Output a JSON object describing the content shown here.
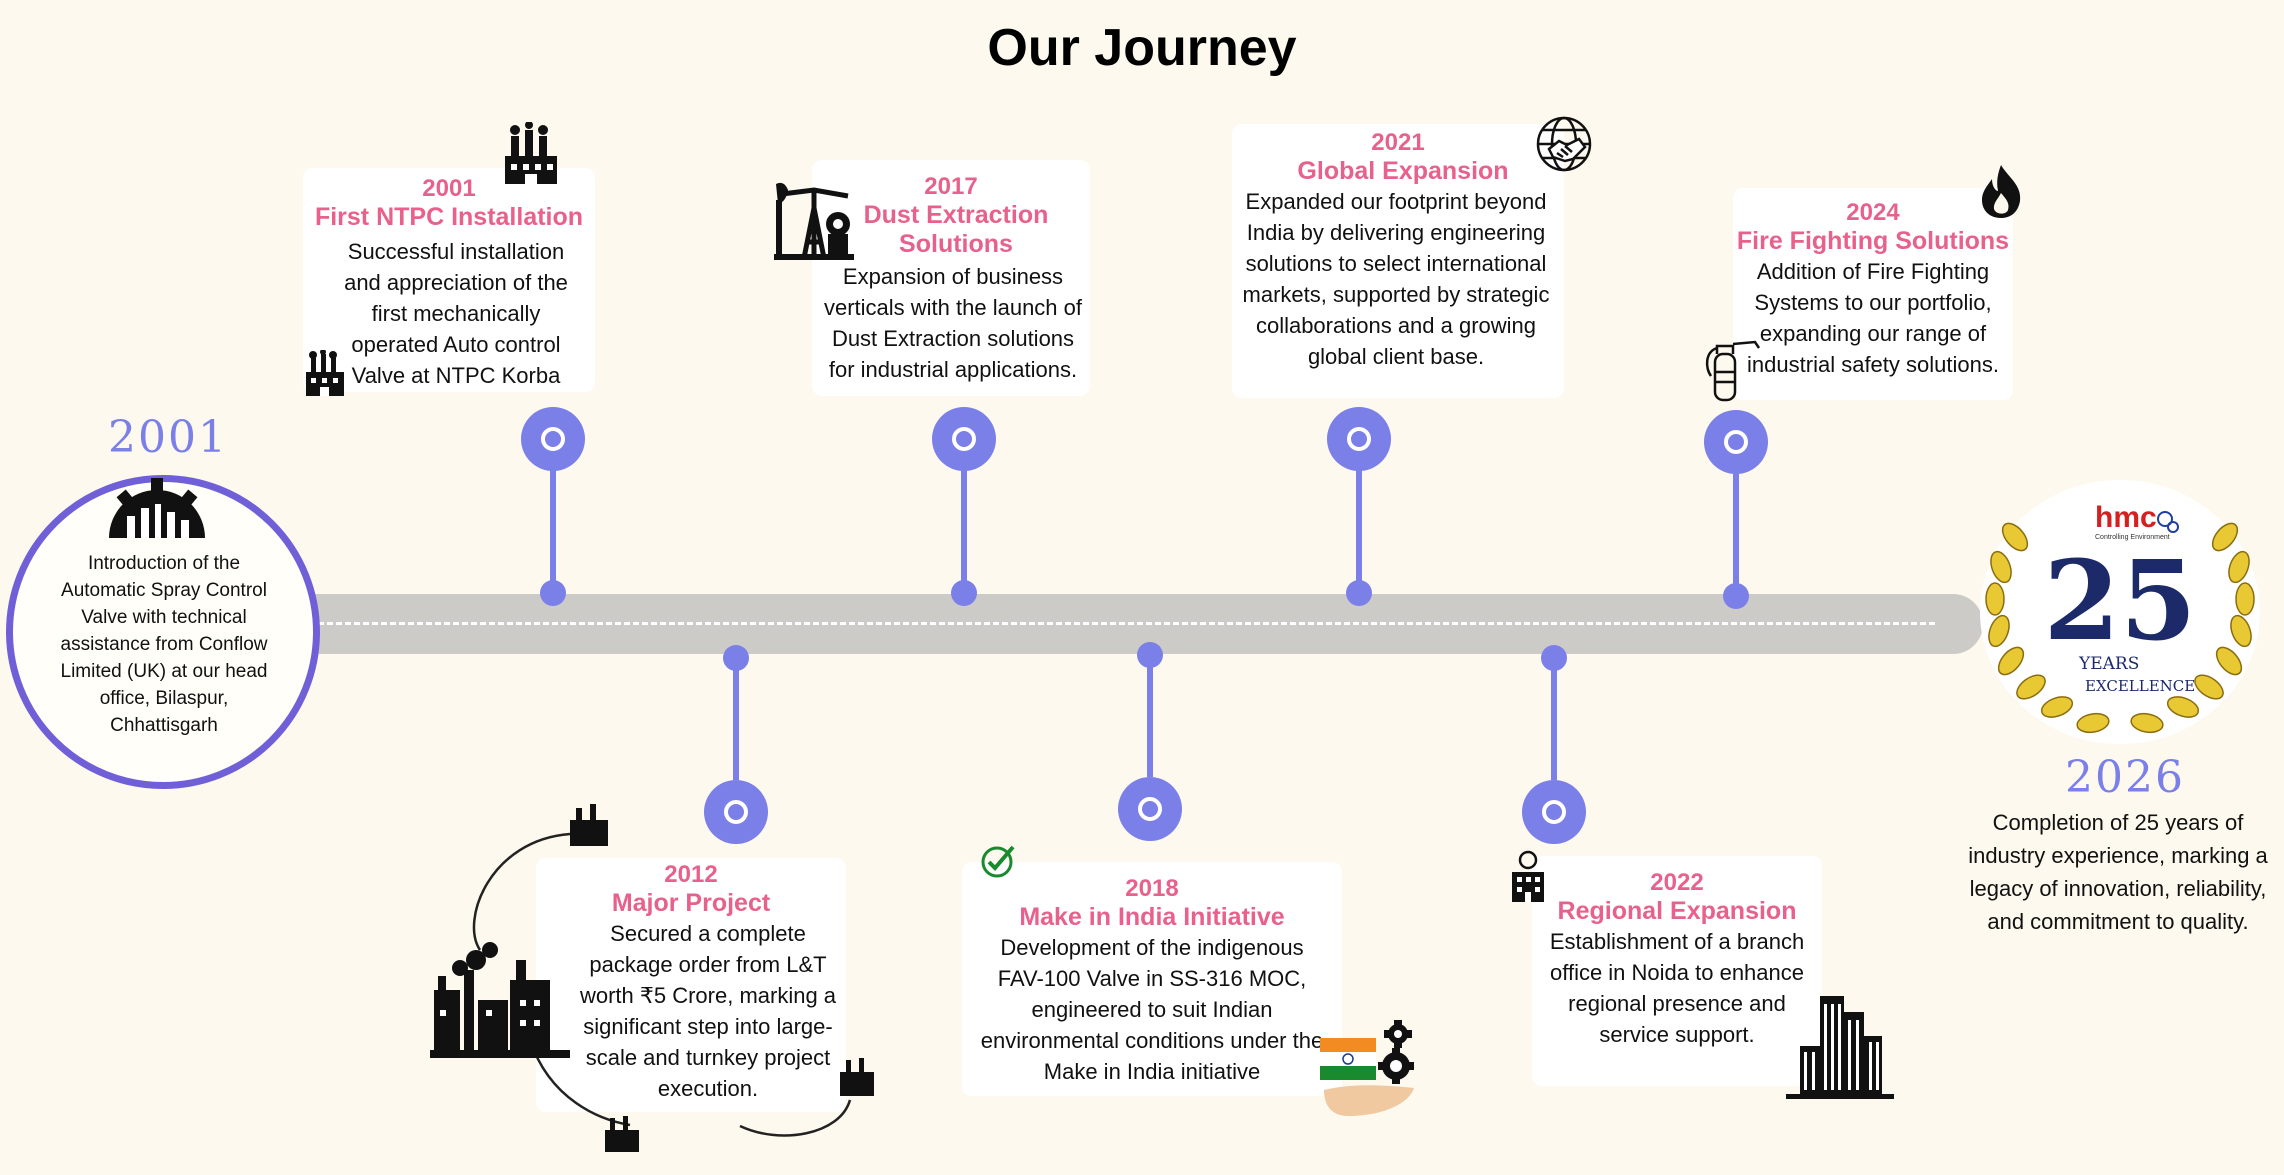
{
  "title": "Our Journey",
  "start": {
    "year": "2001",
    "text": "Introduction of the Automatic Spray Control Valve with technical assistance from Conflow Limited (UK) at our head office, Bilaspur, Chhattisgarh"
  },
  "end": {
    "year": "2026",
    "text": "Completion of 25 years of industry experience, marking a legacy of innovation, reliability, and commitment to quality.",
    "badge": {
      "brand": "hmc",
      "tagline": "Controlling Environment",
      "number": "25",
      "years": "YEARS",
      "excellence": "EXCELLENCE"
    }
  },
  "milestones": [
    {
      "year": "2001",
      "heading": "First NTPC Installation",
      "text": "Successful installation and appreciation of the first mechanically operated Auto control Valve at NTPC Korba",
      "icon": "factory-icon"
    },
    {
      "year": "2017",
      "heading": "Dust Extraction Solutions",
      "text": "Expansion of business verticals with the launch of Dust Extraction solutions for industrial applications.",
      "icon": "oil-pump-icon"
    },
    {
      "year": "2021",
      "heading": "Global Expansion",
      "text": "Expanded our footprint beyond India by delivering engineering solutions to select international markets, supported by strategic collaborations and a growing global client base.",
      "icon": "globe-handshake-icon"
    },
    {
      "year": "2024",
      "heading": "Fire Fighting Solutions",
      "text": "Addition of Fire Fighting Systems to our portfolio, expanding our range of industrial safety solutions.",
      "icon": "flame-icon"
    },
    {
      "year": "2012",
      "heading": "Major Project",
      "text": "Secured a complete package order from L&T worth ₹5 Crore, marking a significant step into large-scale and turnkey project execution.",
      "icon": "industrial-plant-icon"
    },
    {
      "year": "2018",
      "heading": "Make in India Initiative",
      "text": "Development of the indigenous FAV-100 Valve in SS-316 MOC, engineered to suit Indian environmental conditions under the Make in India initiative",
      "icon": "india-flag-gears-icon"
    },
    {
      "year": "2022",
      "heading": "Regional Expansion",
      "text": "Establishment of a branch office in Noida to enhance regional presence and service support.",
      "icon": "office-building-icon"
    }
  ],
  "colors": {
    "accent": "#7b7fe8",
    "heading": "#e8618c",
    "ring": "#7060d8",
    "road": "#cdcbc7",
    "background": "#fdf9ee"
  }
}
